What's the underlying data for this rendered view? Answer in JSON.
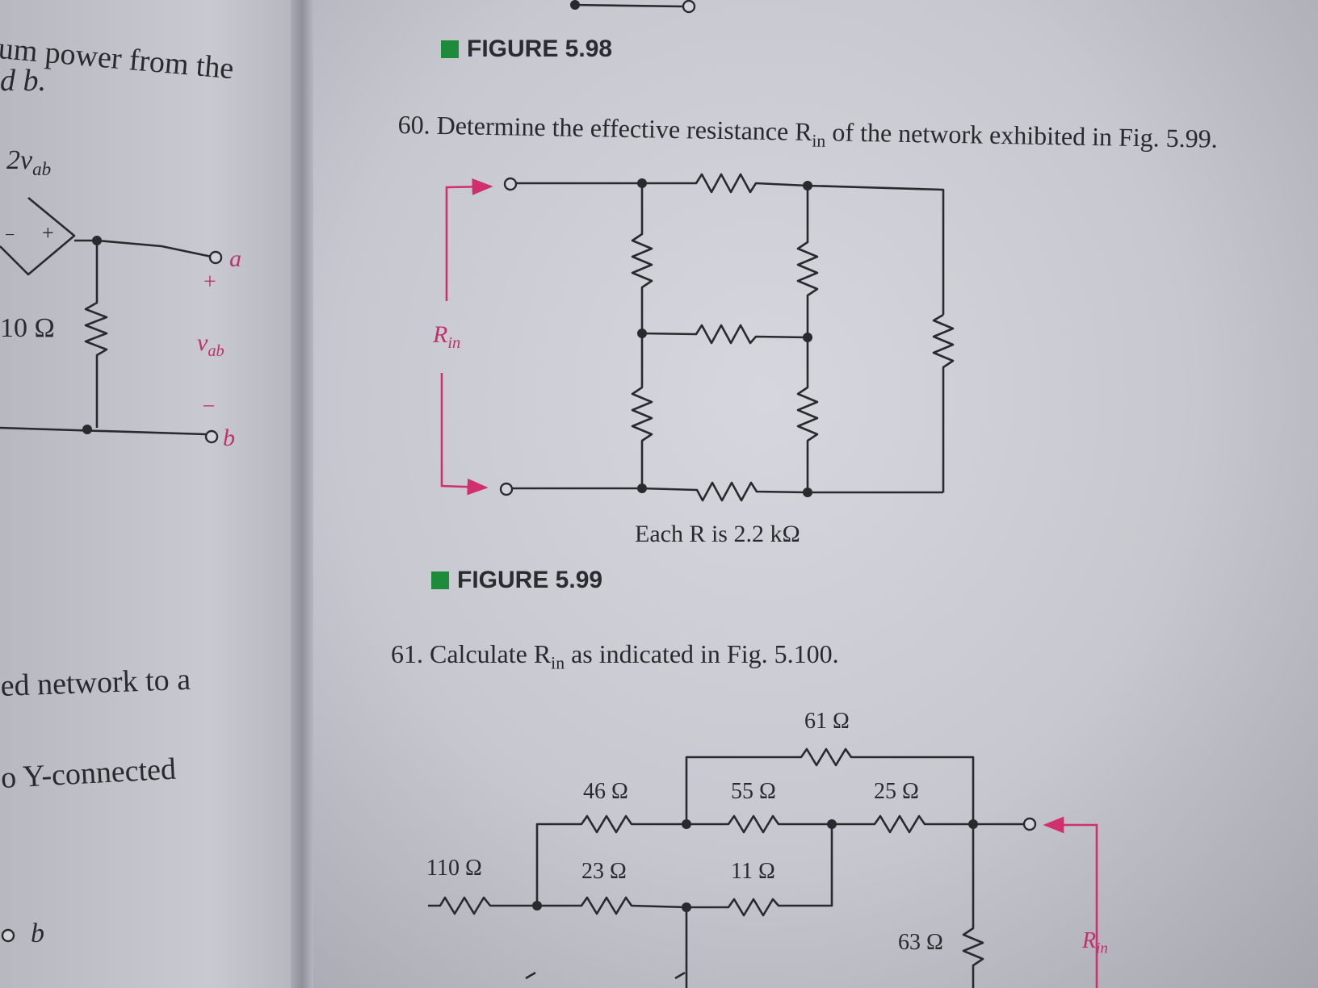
{
  "left_page": {
    "line1": "um power from the",
    "line2": "d b.",
    "source_label": "2v",
    "source_label_sub": "ab",
    "plus_sign": "+",
    "minus_sign": "−",
    "terminal_a": "a",
    "terminal_b": "b",
    "resistor": "10 Ω",
    "vab_plus": "+",
    "vab_label": "v",
    "vab_label_sub": "ab",
    "vab_minus": "–",
    "text_network": "ed network to a",
    "text_y": "o Y-connected",
    "terminal_b2": "b"
  },
  "right_page": {
    "figure_598": "FIGURE 5.98",
    "problem_60_number": "60.",
    "problem_60_text_a": "Determine the effective resistance R",
    "problem_60_sub": "in",
    "problem_60_text_b": " of the network exhibited in Fig. 5.99.",
    "fig599_rin": "R",
    "fig599_rin_sub": "in",
    "fig599_caption": "Each R is 2.2 kΩ",
    "figure_599": "FIGURE 5.99",
    "problem_61_number": "61.",
    "problem_61_text_a": "Calculate R",
    "problem_61_sub": "in",
    "problem_61_text_b": " as indicated in Fig. 5.100.",
    "fig5100_resistors": {
      "r61": "61 Ω",
      "r46": "46 Ω",
      "r55": "55 Ω",
      "r25": "25 Ω",
      "r110": "110 Ω",
      "r23": "23 Ω",
      "r11": "11 Ω",
      "r63": "63 Ω"
    },
    "fig5100_rin": "R",
    "fig5100_rin_sub": "in"
  },
  "colors": {
    "accent_green": "#1e8a3c",
    "accent_magenta": "#d0306e",
    "ink": "#2a2a2e"
  }
}
